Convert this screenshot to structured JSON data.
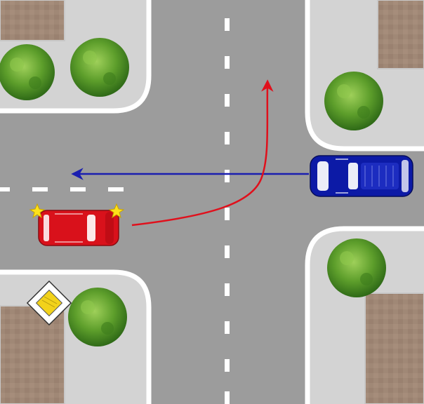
{
  "scene": {
    "type": "intersection-traffic-diagram",
    "colors": {
      "asphalt": "#9c9c9c",
      "sidewalk": "#d3d3d3",
      "curb": "#ffffff",
      "paving": "#a08876",
      "lane_marking": "#ffffff",
      "red_car": "#d9111b",
      "blue_car": "#0c1aa6",
      "red_path": "#e0101c",
      "blue_path": "#1b1fb0",
      "turn_signal": "#ffe21a",
      "priority_sign": "#f2d21b",
      "tree": "#5d9e2b"
    },
    "vehicles": [
      {
        "id": "red-car",
        "color": "red",
        "heading": "east",
        "signals": "hazard-both-front"
      },
      {
        "id": "blue-car",
        "color": "blue",
        "heading": "west",
        "signals": "none"
      }
    ],
    "paths": [
      {
        "id": "red-car-path",
        "vehicle": "red-car",
        "maneuver": "left-turn",
        "exit": "north"
      },
      {
        "id": "blue-car-path",
        "vehicle": "blue-car",
        "maneuver": "straight",
        "exit": "west"
      }
    ],
    "signs": [
      {
        "id": "priority-road-sign",
        "icon": "priority-road-icon"
      }
    ],
    "trees": 5
  }
}
